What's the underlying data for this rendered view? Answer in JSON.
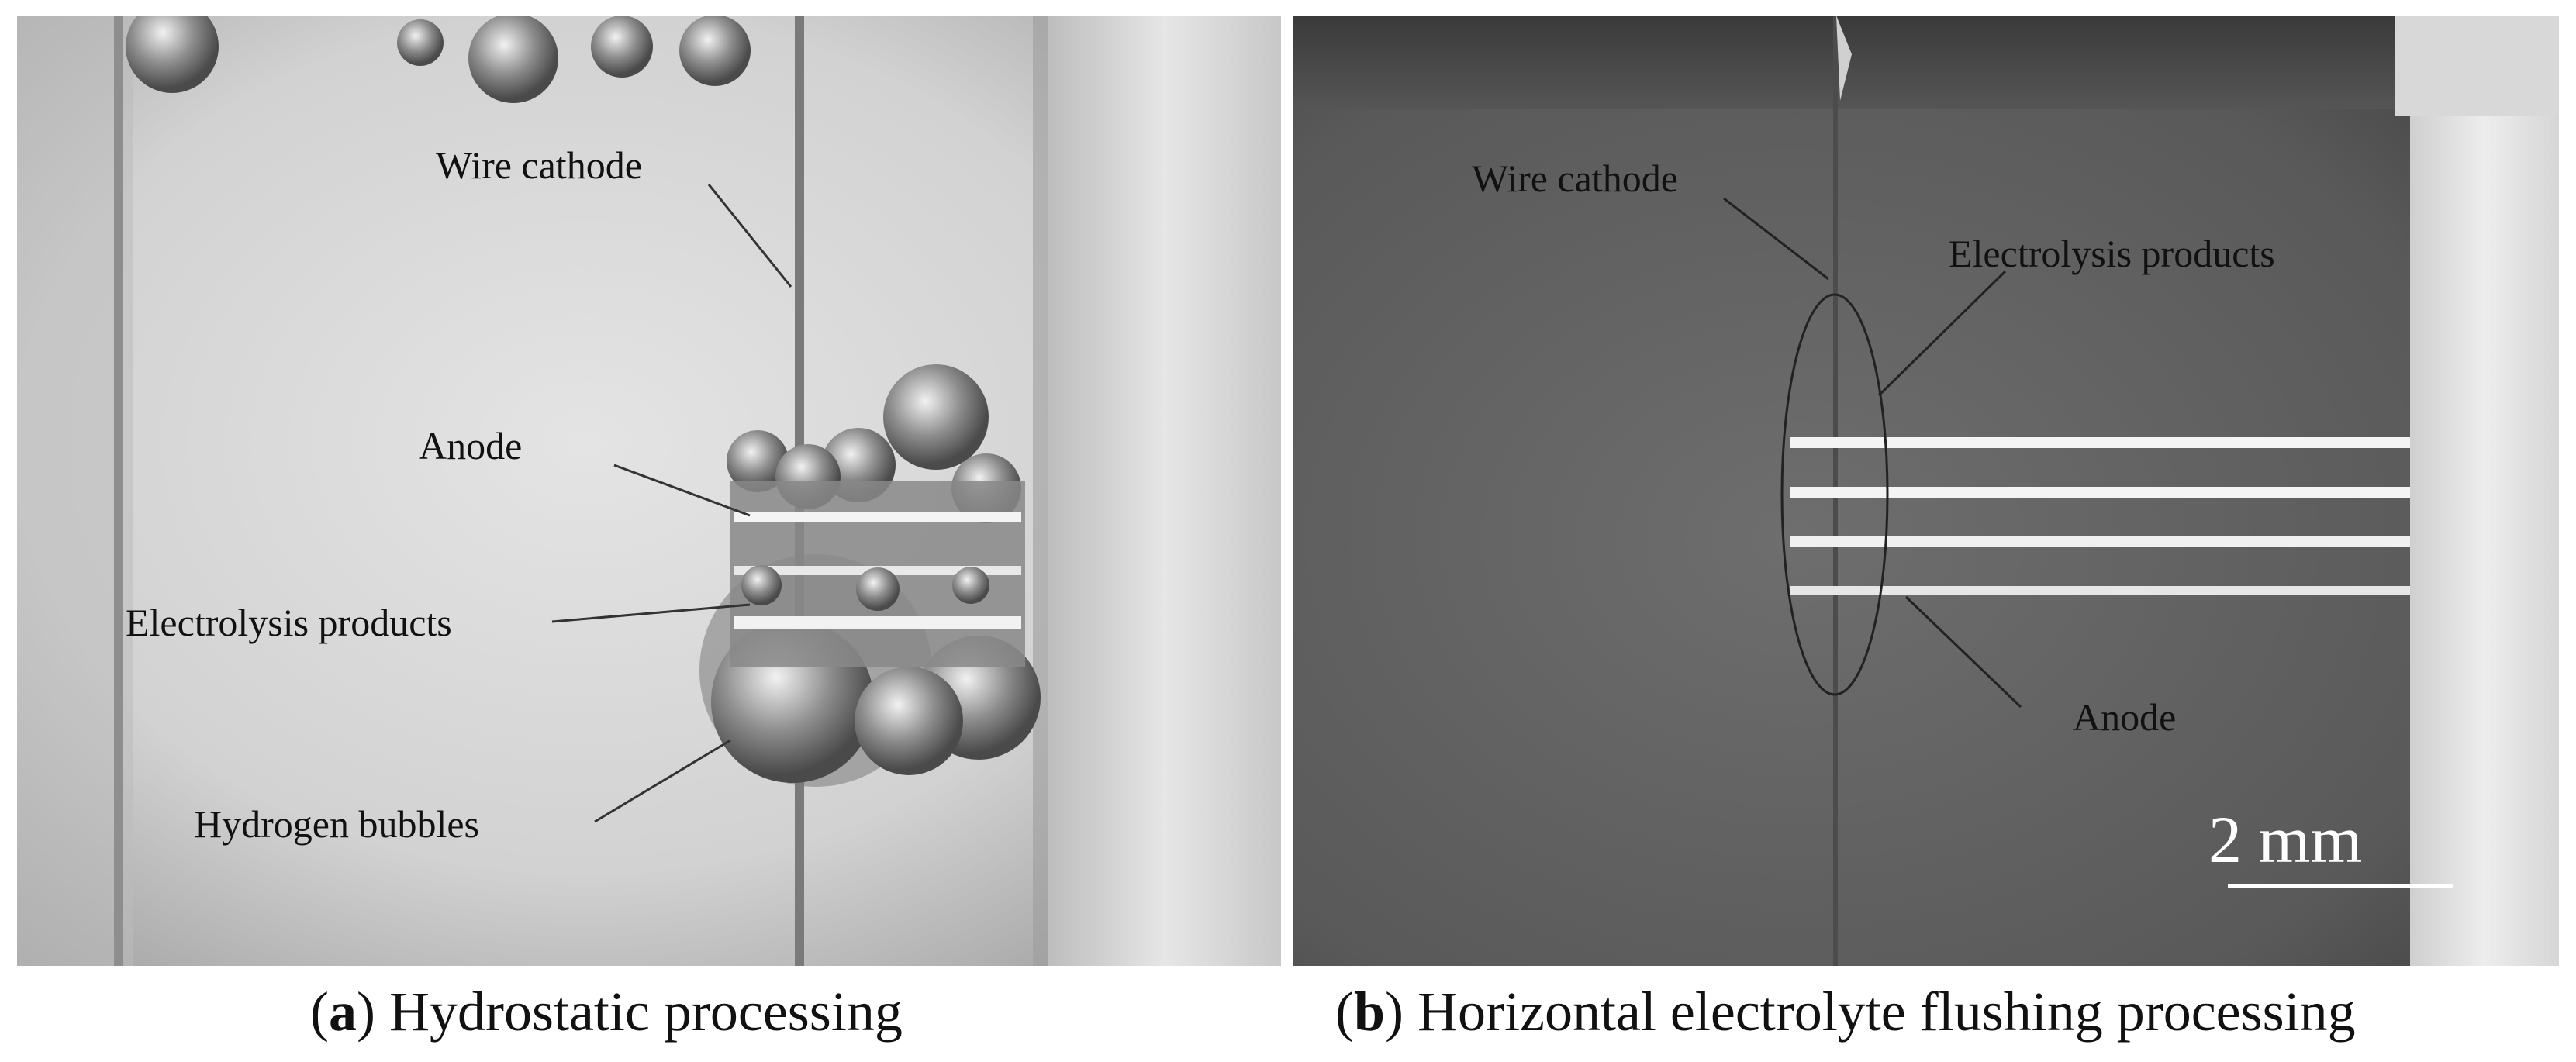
{
  "panel_a": {
    "labels": {
      "wire_cathode": "Wire cathode",
      "anode": "Anode",
      "electrolysis_products": "Electrolysis products",
      "hydrogen_bubbles": "Hydrogen bubbles"
    },
    "caption": {
      "letter": "a",
      "text": "Hydrostatic processing"
    }
  },
  "panel_b": {
    "labels": {
      "wire_cathode": "Wire cathode",
      "electrolysis_products": "Electrolysis products",
      "anode": "Anode"
    },
    "scale_bar": "2 mm",
    "caption": {
      "letter": "b",
      "text": "Horizontal electrolyte flushing processing"
    }
  }
}
